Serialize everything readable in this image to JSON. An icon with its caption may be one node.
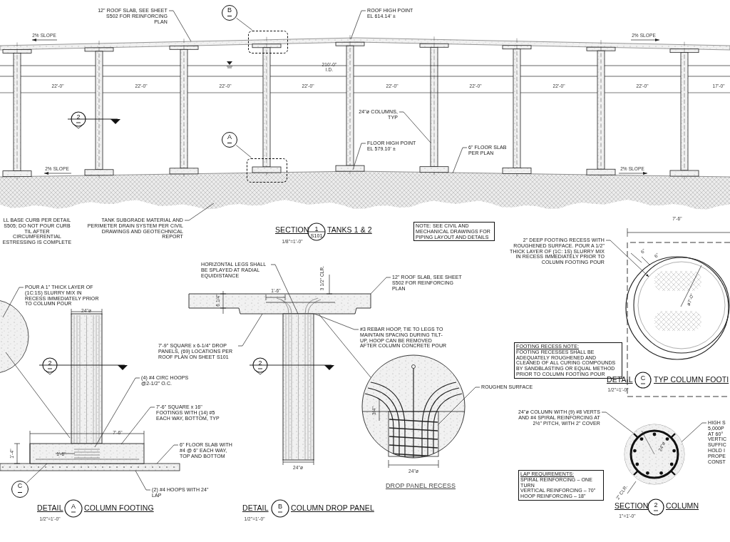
{
  "diagram": {
    "nodes": [
      {
        "text": [
          "12\" ROOF SLAB, SEE SHEET S502 FOR REINFORCING PLAN"
        ]
      },
      {
        "text": [
          "B"
        ]
      },
      {
        "text": [],
        "shape": "box"
      },
      {
        "text": [
          "ROOF HIGH POINT EL 614.14' ±"
        ]
      },
      {
        "text": [
          "24\"ø COLUMNS, TYP"
        ]
      },
      {
        "text": [
          "A"
        ]
      },
      {
        "text": [],
        "shape": "box"
      },
      {
        "text": [
          "FLOOR HIGH POINT EL 579.10' ±"
        ]
      },
      {
        "text": [
          "6\" FLOOR SLAB PER PLAN"
        ]
      },
      {
        "text": [
          "TANK SUBGRADE MATERIAL AND PERIMETER DRAIN SYSTEM PER CIVIL DRAWINGS AND GEOTECHNICAL REPORT"
        ]
      },
      {
        "text": [
          "NOTE: SEE CIVIL AND MECHANICAL DRAWINGS FOR PIPING LAYOUT AND DETAILS"
        ]
      },
      {
        "text": [
          "2\" DEEP FOOTING RECESS WITH ROUGHENED SURFACE. POUR A 1/2\" THICK LAYER OF (1C: 1S) SLURRY MIX IN RECESS IMMEDIATELY PRIOR TO COLUMN FOOTING POUR"
        ]
      },
      {
        "text": [
          "HORIZONTAL LEGS SHALL BE SPLAYED AT RADIAL EQUIDISTANCE"
        ]
      },
      {
        "text": [
          "12\" ROOF SLAB, SEE SHEET S502 FOR REINFORCING PLAN"
        ]
      },
      {
        "text": [
          "POUR A 1\" THICK LAYER OF (1C:1S) SLURRY MIX IN RECESS IMMEDIATELY PRIOR TO COLUMN POUR"
        ]
      },
      {
        "text": [
          "#3 REBAR HOOP, TIE TO LEGS TO MAINTAIN SPACING DURING TILT-UP, HOOP CAN BE REMOVED AFTER COLUMN CONCRETE POUR"
        ]
      },
      {
        "text": [
          "7'-9\" SQUARE x 6-1/4\" DROP PANELS, (69) LOCATIONS PER ROOF PLAN ON SHEET S101"
        ]
      },
      {
        "text": [
          "FOOTING RECESS NOTE:",
          "FOOTING RECESSES SHALL BE ADEQUATELY ROUGHENED AND CLEANED OF ALL CURING COMPOUNDS BY SANDBLASTING OR EQUAL METHOD PRIOR TO COLUMN FOOTING POUR"
        ]
      },
      {
        "text": [
          "(4) #4 CIRC HOOPS @2-1/2\" O.C."
        ]
      },
      {
        "text": [
          "ROUGHEN SURFACE"
        ]
      },
      {
        "text": [
          "24\"ø COLUMN WITH (9) #8 VERTS AND #4 SPIRAL REINFORCING AT 2½\" PITCH, WITH 2\" COVER"
        ]
      },
      {
        "text": [
          "7'-6\" SQUARE x 16\" FOOTINGS WITH (14) #5 EACH WAY, BOTTOM, TYP"
        ]
      },
      {
        "text": [
          "HIGH S 5,000P AT 60° VERTIC SUFFIC HOLD I PROPE CONST"
        ]
      },
      {
        "text": [
          "6\" FLOOR SLAB WITH #4 @ 6\" EACH WAY, TOP AND BOTTOM"
        ]
      },
      {
        "text": [
          "LAP REQUIREMENTS:",
          "SPIRAL REINFORCING – ONE TURN",
          "VERTICAL REINFORCING – 70\"",
          "HOOP REINFORCING – 18\""
        ]
      },
      {
        "text": [
          "C"
        ]
      },
      {
        "text": [
          "(2) #4 HOOPS WITH 24\" LAP"
        ]
      },
      {
        "text": [],
        "shape": "box"
      },
      {
        "text": [],
        "shape": "box",
        "in": 33
      },
      {
        "text": [],
        "shape": "circle"
      },
      {
        "text": [],
        "shape": "circle"
      },
      {
        "text": [],
        "shape": "box"
      },
      {
        "text": [],
        "shape": "bar"
      },
      {
        "text": [],
        "shape": "circle"
      }
    ],
    "edges": [
      {
        "from": 0,
        "to": null,
        "arrow": "none"
      },
      {
        "from": 1,
        "to": 2,
        "arrow": "none"
      },
      {
        "from": 3,
        "to": null,
        "arrow": "none"
      },
      {
        "from": 4,
        "to": 32,
        "arrow": "none"
      },
      {
        "from": 5,
        "to": 6,
        "arrow": "none"
      },
      {
        "from": 7,
        "to": null,
        "arrow": "none"
      },
      {
        "from": 8,
        "to": null,
        "arrow": "none"
      },
      {
        "from": 9,
        "to": null,
        "arrow": "none"
      },
      {
        "from": 11,
        "to": 29,
        "arrow": "to"
      },
      {
        "from": 12,
        "to": 27,
        "arrow": "none"
      },
      {
        "from": 13,
        "to": 27,
        "arrow": "none"
      },
      {
        "from": 14,
        "to": null,
        "arrow": "none"
      },
      {
        "from": 15,
        "to": 27,
        "arrow": "none"
      },
      {
        "from": 16,
        "to": 27,
        "arrow": "none"
      },
      {
        "from": 18,
        "to": null,
        "arrow": "none"
      },
      {
        "from": 19,
        "to": 28,
        "arrow": "none"
      },
      {
        "from": 20,
        "to": 30,
        "arrow": "none"
      },
      {
        "from": 21,
        "to": null,
        "arrow": "none"
      },
      {
        "from": 22,
        "to": 30,
        "arrow": "none"
      },
      {
        "from": 23,
        "to": 31,
        "arrow": "none"
      },
      {
        "from": 25,
        "to": 31,
        "arrow": "none"
      },
      {
        "from": 26,
        "to": 31,
        "arrow": "none"
      },
      {
        "from": 27,
        "to": 33,
        "arrow": "none"
      }
    ],
    "labels": [
      "2% SLOPE",
      "2% SLOPE",
      "210'-0\" I.D.",
      "22'-0\"",
      "22'-0\"",
      "22'-0\"",
      "22'-0\"",
      "22'-0\"",
      "22'-0\"",
      "22'-0\"",
      "22'-0\"",
      "17'-0\"",
      "2",
      "2% SLOPE",
      "2% SLOPE",
      "LL BASE CURB PER DETAIL S505; DO NOT POUR CURB TIL AFTER CIRCUMFERENTIAL ESTRESSING IS COMPLETE",
      "SECTION",
      "1",
      "S101",
      "TANKS 1 & 2",
      "1/8\"=1'-0\"",
      "7'-6\"",
      "6\"",
      "6\"",
      "ø7'-0\"",
      "24\"ø",
      "6 1/4\"",
      "1'-6\"",
      "3 1/2\" CLR.",
      "2",
      "2",
      "7'-6\"",
      "1'-6\"",
      "1'-4\"",
      "DETAIL",
      "A",
      "COLUMN FOOTING",
      "1/2\"=1'-0\"",
      "24\"ø",
      "DETAIL",
      "B",
      "COLUMN DROP PANEL",
      "1/2\"=1'-0\"",
      "3/4\"",
      "24\"ø",
      "DROP PANEL RECESS",
      "DETAIL",
      "C",
      "TYP COLUMN FOOTI",
      "1/2\"=1'-0\"",
      "24\"ø",
      "2\" CLR.",
      "SECTION",
      "2",
      "COLUMN",
      "1\"=1'-0\""
    ]
  }
}
